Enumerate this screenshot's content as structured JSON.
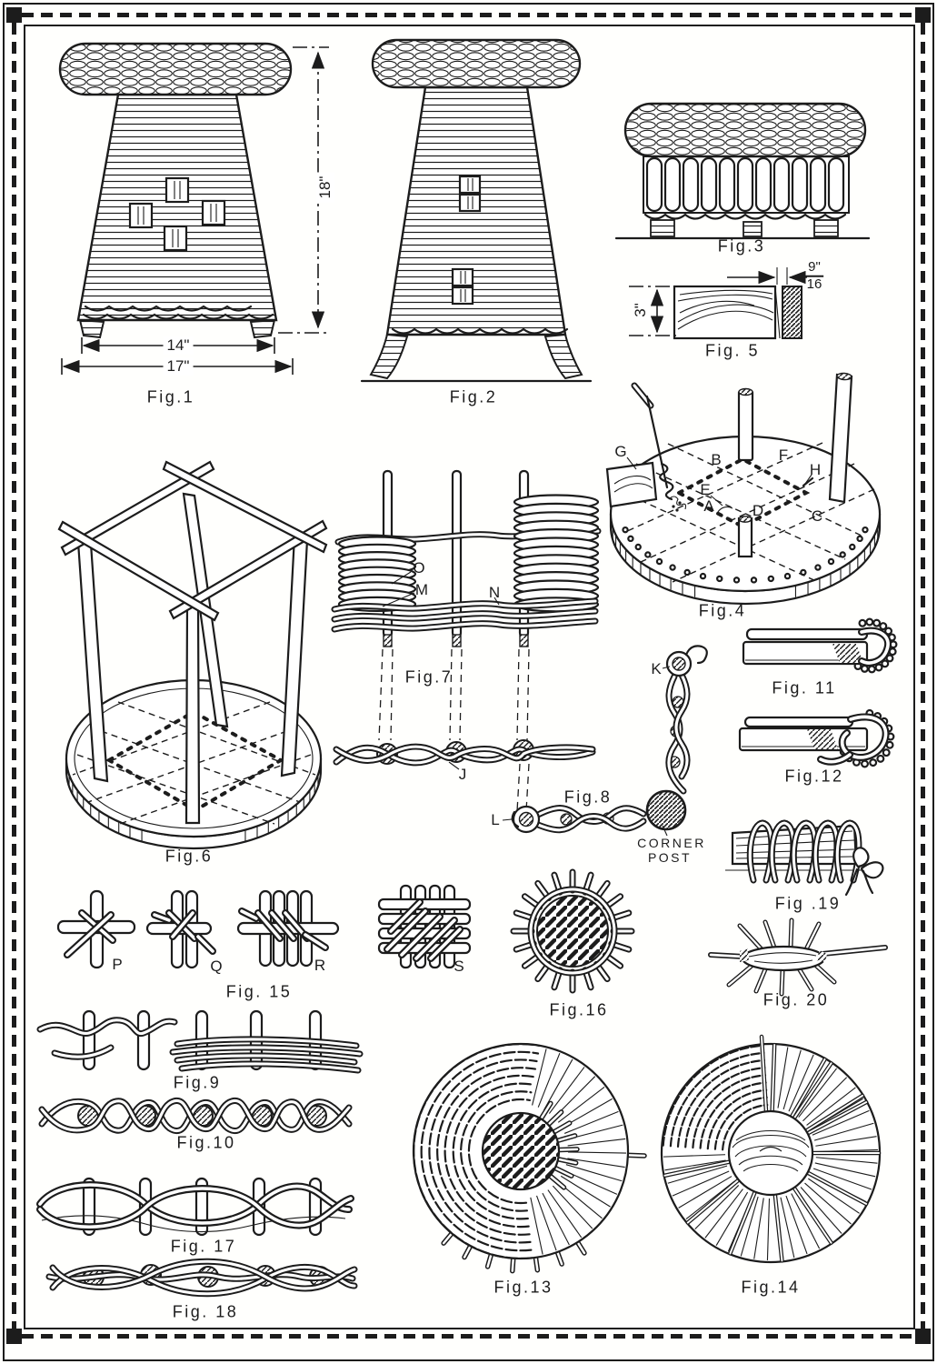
{
  "plate": {
    "ink_color": "#1c1c1c",
    "paper_color": "#ffffff",
    "captions": {
      "fig1": "Fig.1",
      "fig2": "Fig.2",
      "fig3": "Fig.3",
      "fig4": "Fig.4",
      "fig5": "Fig. 5",
      "fig6": "Fig.6",
      "fig7": "Fig.7",
      "fig8": "Fig.8",
      "fig9": "Fig.9",
      "fig10": "Fig.10",
      "fig11": "Fig. 11",
      "fig12": "Fig.12",
      "fig13": "Fig.13",
      "fig14": "Fig.14",
      "fig15": "Fig. 15",
      "fig16": "Fig.16",
      "fig17": "Fig. 17",
      "fig18": "Fig. 18",
      "fig19": "Fig .19",
      "fig20": "Fig. 20"
    },
    "dimensions": {
      "stool_height": "18\"",
      "seat_bottom_width": "14\"",
      "base_width": "17\"",
      "board_thickness": "3\"",
      "notch_num": "9\"",
      "notch_den": "16"
    },
    "parts": {
      "a": "A",
      "b": "B",
      "c": "C",
      "d": "D",
      "e": "E",
      "f": "F",
      "g": "G",
      "h": "H",
      "j": "J",
      "k": "K",
      "l": "L",
      "m": "M",
      "n": "N",
      "o": "O",
      "p": "P",
      "q": "Q",
      "r": "R",
      "s": "S",
      "corner_post_line1": "CORNER",
      "corner_post_line2": "POST"
    }
  }
}
